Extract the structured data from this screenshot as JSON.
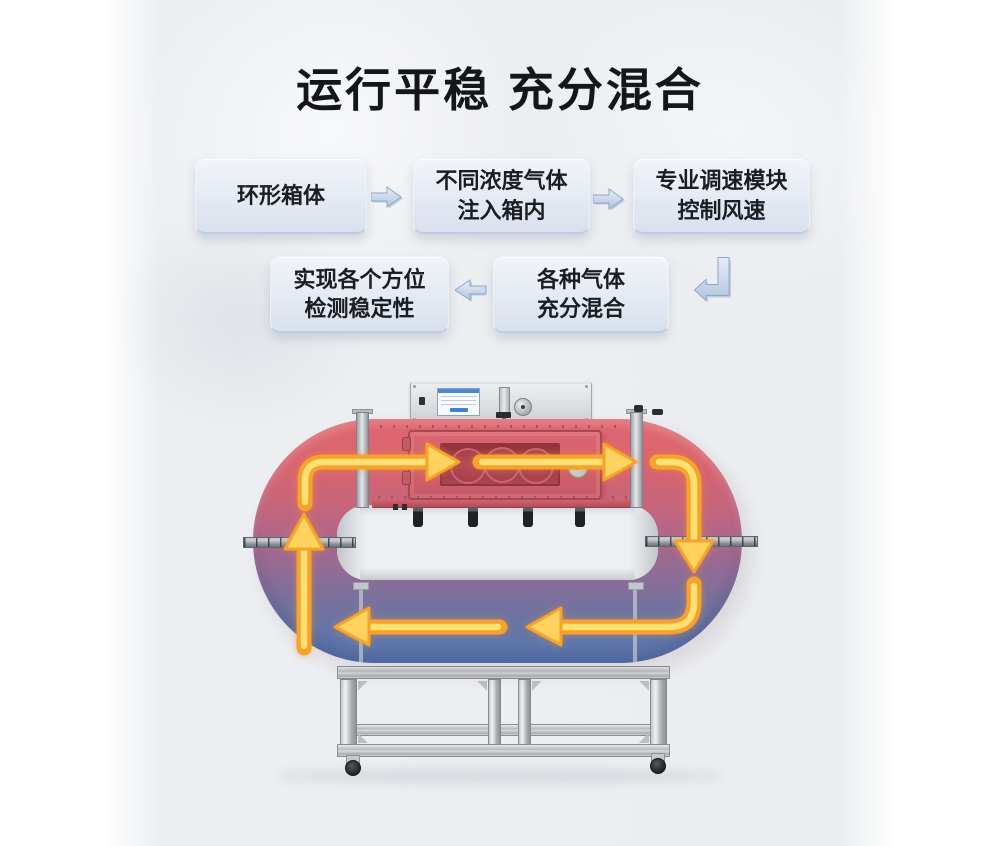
{
  "title": "运行平稳 充分混合",
  "flowchart": {
    "steps": [
      {
        "label": "环形箱体"
      },
      {
        "label": "不同浓度气体\n注入箱内"
      },
      {
        "label": "专业调速模块\n控制风速"
      },
      {
        "label": "各种气体\n充分混合"
      },
      {
        "label": "实现各个方位\n检测稳定性"
      }
    ],
    "connector_color": "#b9c9e0"
  },
  "machine": {
    "airflow_direction": "clockwise",
    "airflow_arrows": [
      "up-left-side",
      "right-top-1",
      "right-top-2",
      "down-right-side",
      "left-bottom-1",
      "left-bottom-2"
    ],
    "colors": {
      "chamber_hot": "#e06670",
      "chamber_cold": "#5a74ab",
      "arrow_edge": "#f7a22d",
      "arrow_core": "#ffe070",
      "frame": "#c9ccce"
    }
  },
  "background_color": "#eceef1"
}
